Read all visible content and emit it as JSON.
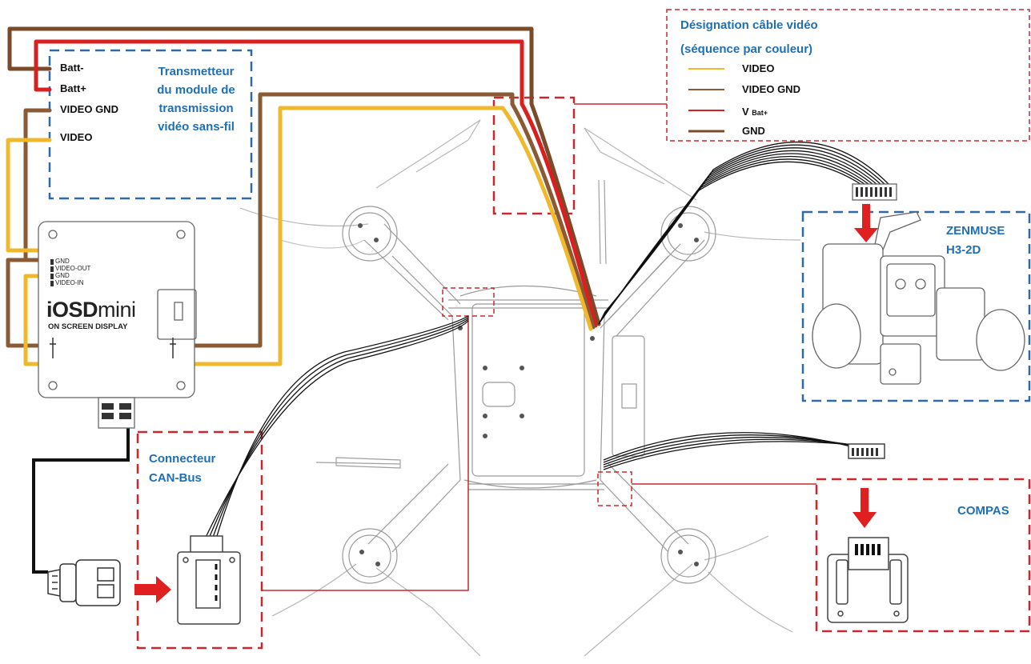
{
  "legend": {
    "title_line1": "Désignation câble vidéo",
    "title_line2": "(séquence par couleur)",
    "items": [
      {
        "label": "VIDEO",
        "color": "#f0b82c"
      },
      {
        "label": "VIDEO GND",
        "color": "#8a5a35"
      },
      {
        "label": "V",
        "sub": "Bat+",
        "color": "#d82020"
      },
      {
        "label": "GND",
        "color": "#7a4a2a"
      }
    ]
  },
  "transmitter": {
    "title_lines": [
      "Transmetteur",
      "du module de",
      "transmission",
      "vidéo sans-fil"
    ],
    "pins": [
      "Batt-",
      "Batt+",
      "VIDEO GND",
      "VIDEO"
    ]
  },
  "iosd": {
    "brand": "iOSD",
    "brand_suffix": "mini",
    "subtitle": "ON SCREEN DISPLAY",
    "pins": [
      "GND",
      "VIDEO-OUT",
      "GND",
      "VIDEO-IN"
    ]
  },
  "zenmuse": {
    "line1": "ZENMUSE",
    "line2": "H3-2D"
  },
  "can_bus": {
    "line1": "Connecteur",
    "line2": "CAN-Bus"
  },
  "compas": {
    "label": "COMPAS"
  },
  "colors": {
    "red_dash": "#c8282e",
    "blue_dash": "#2f6aa5",
    "label_blue": "#1f6fb5",
    "arrow_red": "#e02020",
    "wire_yellow": "#f0b82c",
    "wire_brown": "#8a5a35",
    "wire_red": "#d82020"
  }
}
